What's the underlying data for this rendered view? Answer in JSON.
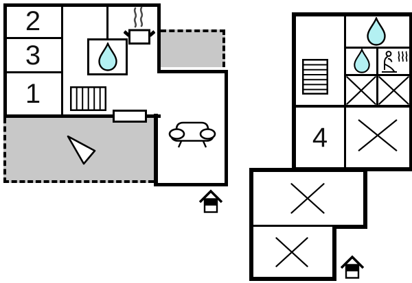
{
  "colors": {
    "wall": "#000000",
    "terrace_fill": "#c8c8c8",
    "water_drop_fill": "#b3f0f2"
  },
  "ground_floor": {
    "room_labels": [
      "2",
      "3",
      "1"
    ]
  },
  "upper_floor": {
    "room_labels": [
      "4"
    ]
  }
}
